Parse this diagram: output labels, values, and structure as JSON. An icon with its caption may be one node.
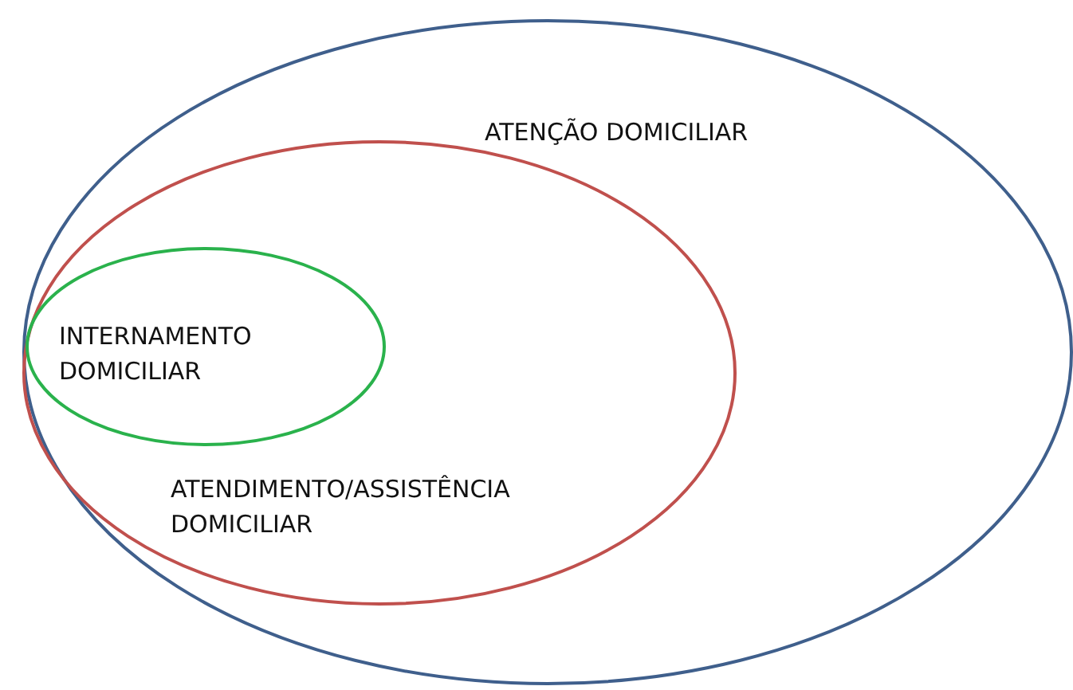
{
  "diagram": {
    "nodes": [
      {
        "text": [
          "ATENÇÃO DOMICILIAR"
        ]
      },
      {
        "text": [
          "ATENDIMENTO/ASSISTÊNCIA DOMICILIAR"
        ],
        "in": 0
      },
      {
        "text": [
          "INTERNAMENTO DOMICILIAR"
        ],
        "in": 1
      }
    ]
  }
}
